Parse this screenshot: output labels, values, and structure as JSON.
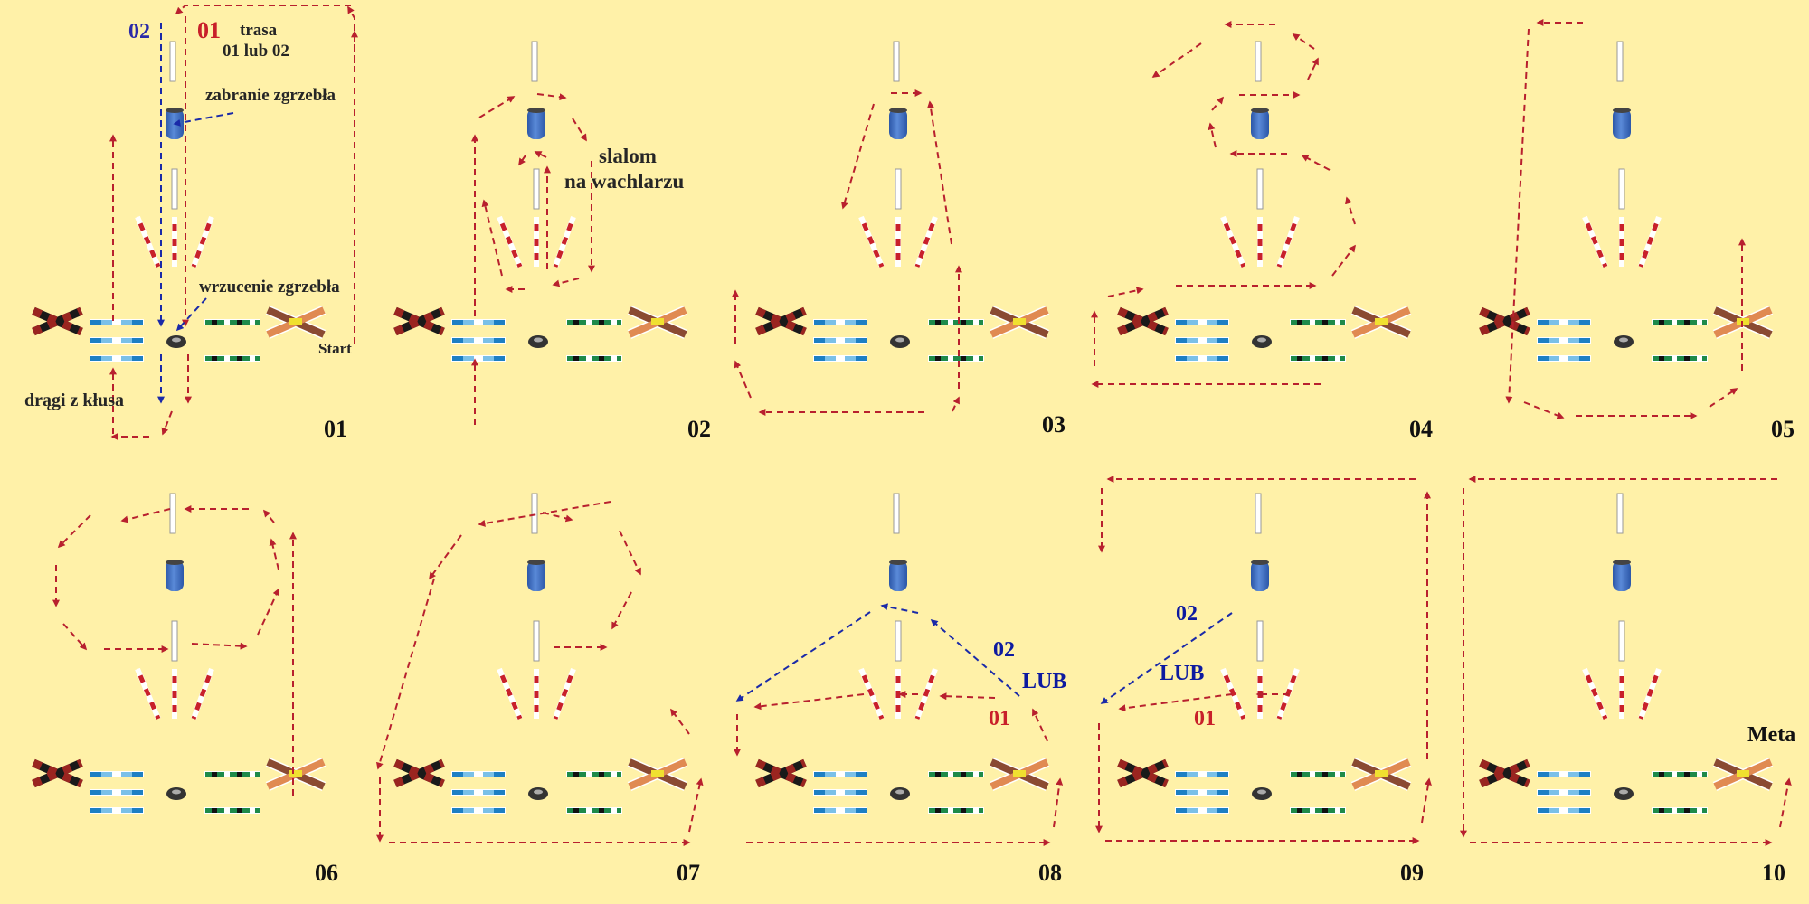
{
  "colors": {
    "background": "#fff1a8",
    "route_red": "#b8202e",
    "route_blue": "#1a2aa8",
    "barrel": "#3f6fc4",
    "pole_red": "#c8202a"
  },
  "panels": [
    {
      "number": "01",
      "labels": {
        "route_02": "02",
        "route_01": "01",
        "trasa": "trasa",
        "trasa_choice": "01 lub 02",
        "pick_up": "zabranie zgrzebła",
        "drop": "wrzucenie zgrzebła",
        "start": "Start",
        "trot_poles": "drągi z kłusa"
      }
    },
    {
      "number": "02",
      "labels": {
        "slalom_1": "slalom",
        "slalom_2": "na wachlarzu"
      }
    },
    {
      "number": "03",
      "labels": {}
    },
    {
      "number": "04",
      "labels": {}
    },
    {
      "number": "05",
      "labels": {}
    },
    {
      "number": "06",
      "labels": {}
    },
    {
      "number": "07",
      "labels": {}
    },
    {
      "number": "08",
      "labels": {
        "route_02": "02",
        "lub": "LUB",
        "route_01": "01"
      }
    },
    {
      "number": "09",
      "labels": {
        "route_02": "02",
        "lub": "LUB",
        "route_01": "01"
      }
    },
    {
      "number": "10",
      "labels": {
        "finish": "Meta"
      }
    }
  ]
}
